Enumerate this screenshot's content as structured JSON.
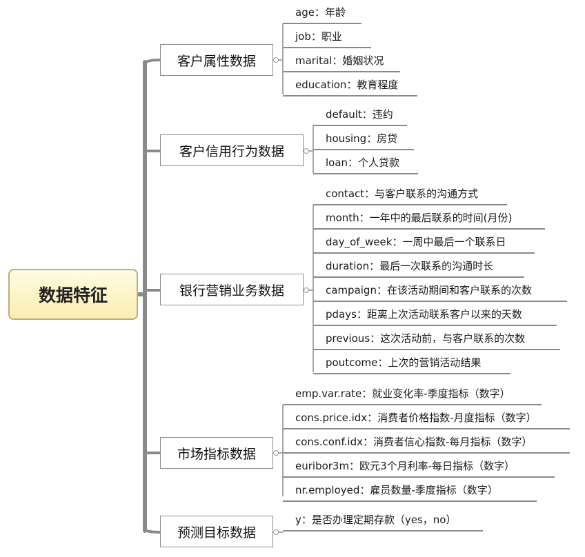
{
  "root": {
    "label": "数据特征"
  },
  "categories": [
    {
      "label": "客户属性数据",
      "items": [
        "age：年龄",
        "job：职业",
        "marital：婚姻状况",
        "education：教育程度"
      ]
    },
    {
      "label": "客户信用行为数据",
      "items": [
        "default：违约",
        "housing：房贷",
        "loan：个人贷款"
      ]
    },
    {
      "label": "银行营销业务数据",
      "items": [
        "contact：与客户联系的沟通方式",
        "month：一年中的最后联系的时间(月份)",
        "day_of_week：一周中最后一个联系日",
        "duration：最后一次联系的沟通时长",
        "campaign：在该活动期间和客户联系的次数",
        "pdays：距离上次活动联系客户以来的天数",
        "previous：这次活动前，与客户联系的次数",
        "poutcome：上次的营销活动结果"
      ]
    },
    {
      "label": "市场指标数据",
      "items": [
        "emp.var.rate：就业变化率-季度指标（数字）",
        "cons.price.idx：消费者价格指数-月度指标（数字）",
        "cons.conf.idx：消费者信心指数-每月指标（数字）",
        "euribor3m：欧元3个月利率-每日指标（数字）",
        "nr.employed：雇员数量-季度指标（数字）"
      ]
    },
    {
      "label": "预测目标数据",
      "items": [
        "y：是否办理定期存款（yes，no）"
      ]
    }
  ]
}
